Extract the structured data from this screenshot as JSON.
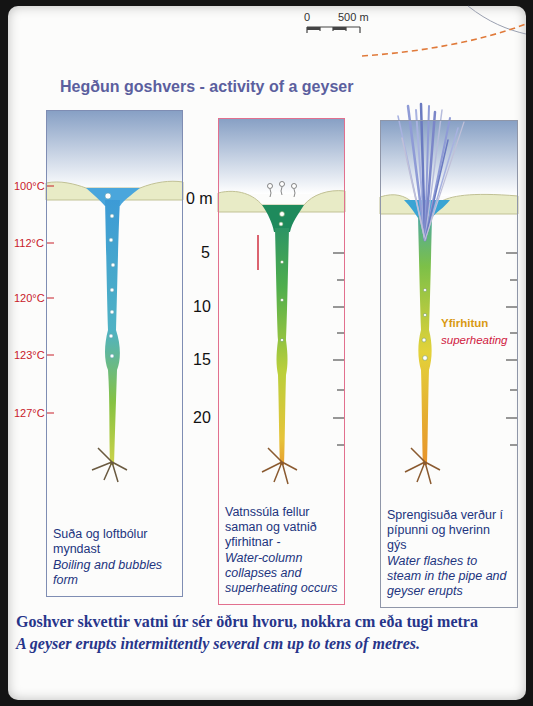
{
  "diagram": {
    "title": "Hegðun goshvers - activity of a geyser",
    "nodes": [
      {
        "text": [
          "Suða og loftbólur myndast",
          "Boiling and bubbles form"
        ]
      },
      {
        "text": [
          "Vatnssúla fellur saman og vatnið yfirhitnar -",
          "Water-column collapses and superheating occurs"
        ]
      },
      {
        "text": [
          "Yfirhitun",
          "superheating",
          "Sprengisuða verður í pípunni og hverinn gýs",
          "Water flashes to steam in the pipe and geyser erupts"
        ]
      }
    ],
    "labels": [
      "0",
      "500 m",
      "100°C",
      "112°C",
      "120°C",
      "123°C",
      "127°C",
      "0 m",
      "5",
      "10",
      "15",
      "20",
      "Goshver skvettir vatni úr sér öðru hvoru, nokkra cm eða tugi metra",
      "A geyser erupts intermittently several cm up to tens of metres."
    ]
  }
}
